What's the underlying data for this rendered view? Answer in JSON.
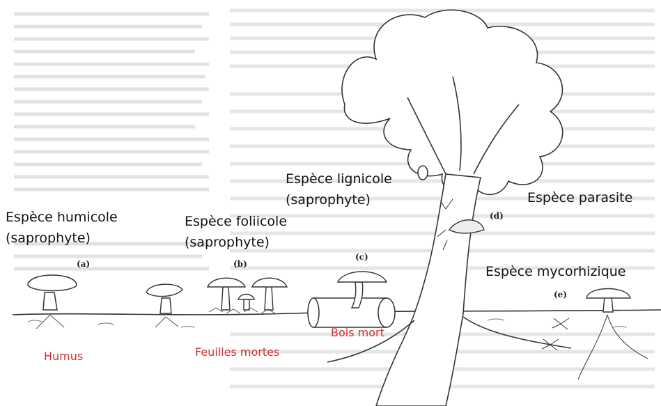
{
  "labels": {
    "humicole_line1": "Espèce humicole",
    "humicole_line2": "(saprophyte)",
    "foliicole_line1": "Espèce foliicole",
    "foliicole_line2": "(saprophyte)",
    "lignicole_line1": "Espèce lignicole",
    "lignicole_line2": "(saprophyte)",
    "parasite": "Espèce parasite",
    "mycorhizique": "Espèce mycorhizique"
  },
  "tags": {
    "a": "(a)",
    "b": "(b)",
    "c": "(c)",
    "d": "(d)",
    "e": "(e)"
  },
  "substrates": {
    "humus": "Humus",
    "feuilles": "Feuilles mortes",
    "bois": "Bois mort"
  },
  "colors": {
    "substrate_text": "#d32f2f",
    "ink": "#333333",
    "background_text": "#dcdcdc"
  }
}
